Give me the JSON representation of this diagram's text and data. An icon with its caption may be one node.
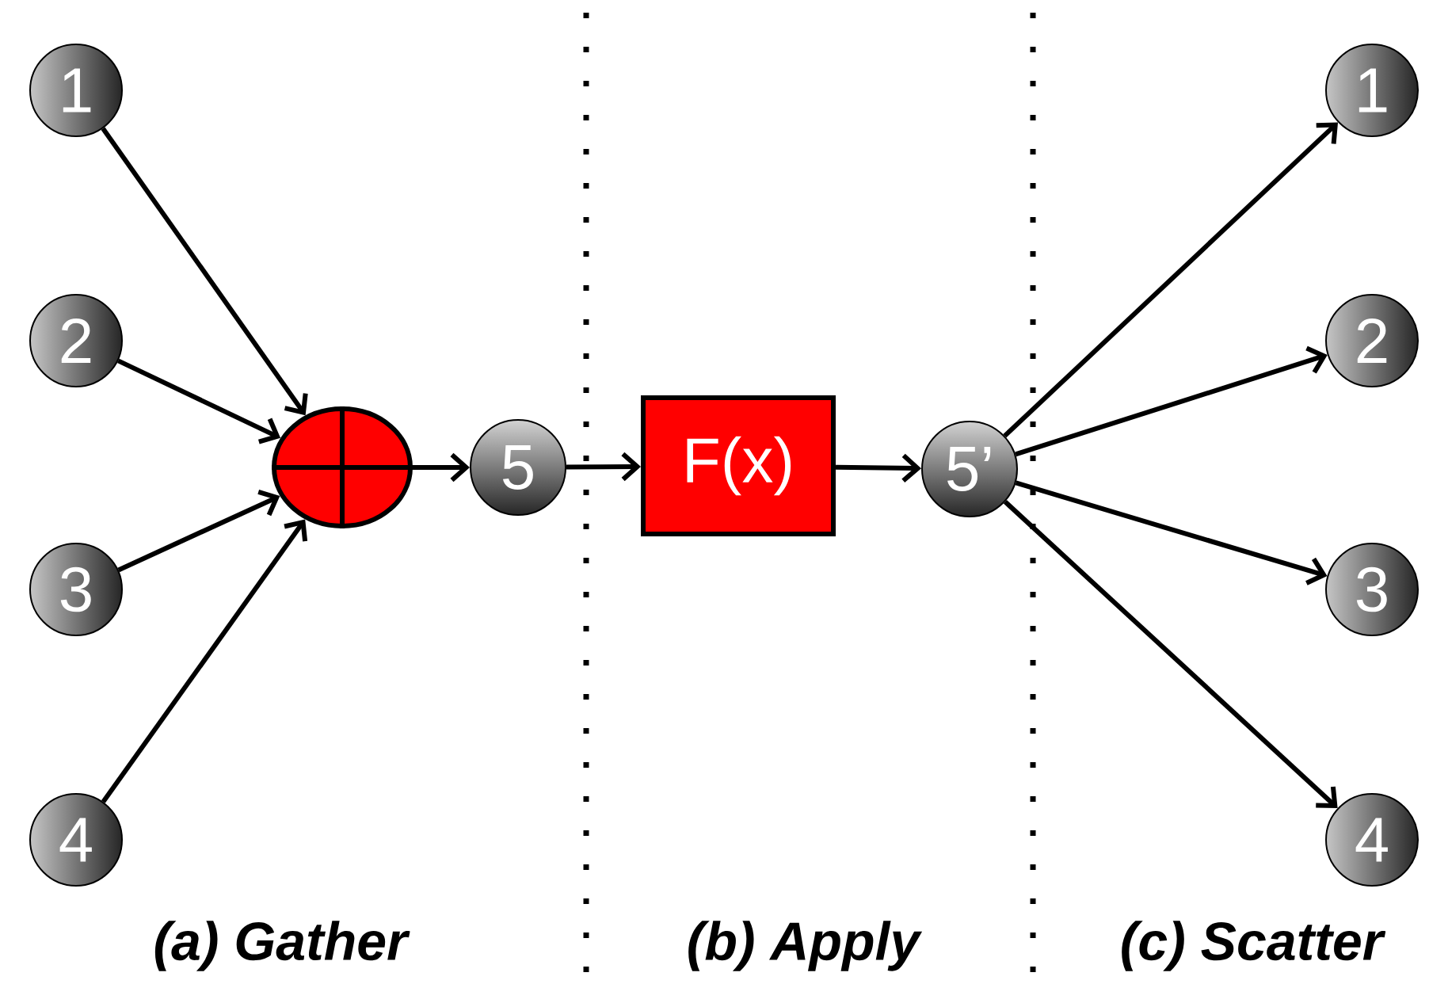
{
  "diagram": {
    "nodes": [
      {
        "text": [
          "1"
        ]
      },
      {
        "text": [
          "2"
        ]
      },
      {
        "text": [
          "3"
        ]
      },
      {
        "text": [
          "4"
        ]
      },
      {
        "text": [],
        "shape": "circle"
      },
      {
        "text": [
          "5"
        ]
      },
      {
        "text": [
          "F(x)"
        ]
      },
      {
        "text": [
          "5’"
        ]
      },
      {
        "text": [
          "1"
        ]
      },
      {
        "text": [
          "2"
        ]
      },
      {
        "text": [
          "3"
        ]
      },
      {
        "text": [
          "4"
        ]
      }
    ],
    "edges": [
      {
        "from": 0,
        "to": 4,
        "arrow": "to"
      },
      {
        "from": 1,
        "to": 4,
        "arrow": "to"
      },
      {
        "from": 2,
        "to": 4,
        "arrow": "to"
      },
      {
        "from": 3,
        "to": 4,
        "arrow": "to"
      },
      {
        "from": 4,
        "to": 5,
        "arrow": "to"
      },
      {
        "from": 5,
        "to": 6,
        "arrow": "to"
      },
      {
        "from": 6,
        "to": 7,
        "arrow": "to"
      },
      {
        "from": 7,
        "to": 8,
        "arrow": "to"
      },
      {
        "from": 7,
        "to": 9,
        "arrow": "to"
      },
      {
        "from": 7,
        "to": 10,
        "arrow": "to"
      },
      {
        "from": 7,
        "to": 11,
        "arrow": "to"
      }
    ],
    "labels": [
      "(a) Gather",
      "(b) Apply",
      "(c) Scatter"
    ]
  }
}
